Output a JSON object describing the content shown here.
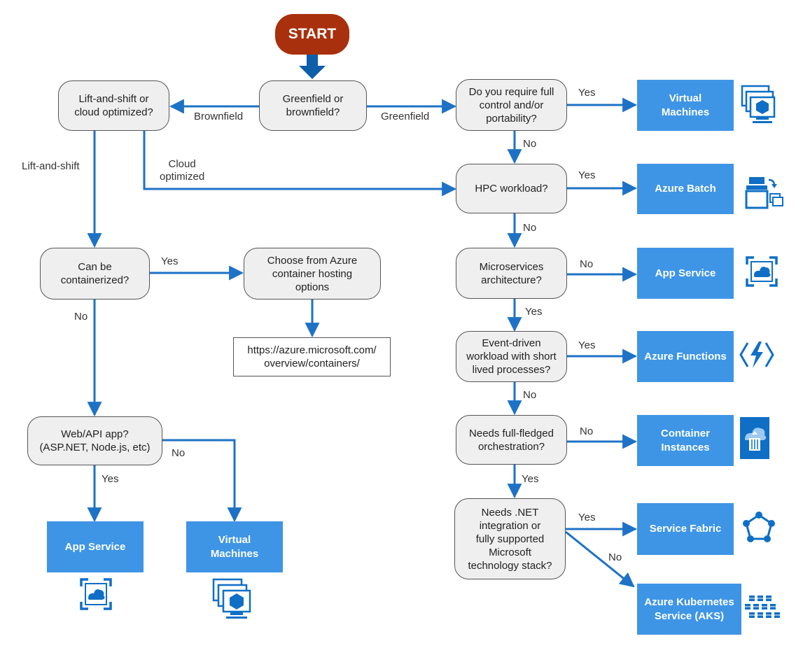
{
  "start": "START",
  "decisions": {
    "greenfield": "Greenfield or\nbrownfield?",
    "lift_shift": "Lift-and-shift or\ncloud optimized?",
    "full_control": "Do you require full\ncontrol and/or\nportability?",
    "hpc": "HPC workload?",
    "microservices": "Microservices\narchitecture?",
    "event_driven": "Event-driven\nworkload with short\nlived processes?",
    "orchestration": "Needs full-fledged\norchestration?",
    "dotnet": "Needs .NET\nintegration or\nfully supported\nMicrosoft\ntechnology stack?",
    "containerized": "Can be\ncontainerized?",
    "container_options": "Choose from Azure\ncontainer hosting\noptions",
    "webapi": "Web/API app?\n(ASP.NET, Node.js, etc)"
  },
  "link_box": "https://azure.microsoft.com/\noverview/containers/",
  "results": {
    "vm_right": "Virtual\nMachines",
    "batch": "Azure Batch",
    "app_service_right": "App Service",
    "functions": "Azure Functions",
    "container_instances": "Container\nInstances",
    "service_fabric": "Service  Fabric",
    "aks": "Azure Kubernetes\nService (AKS)",
    "app_service_left": "App Service",
    "vm_left": "Virtual\nMachines"
  },
  "edge_labels": {
    "brownfield": "Brownfield",
    "greenfield": "Greenfield",
    "lift_and_shift": "Lift-and-shift",
    "cloud_optimized": "Cloud\noptimized",
    "yes_vm": "Yes",
    "no_hpc": "No",
    "yes_batch": "Yes",
    "no_micro": "No",
    "no_app_service": "No",
    "yes_event": "Yes",
    "yes_functions": "Yes",
    "no_orch": "No",
    "no_aci": "No",
    "yes_dotnet": "Yes",
    "yes_sf": "Yes",
    "no_aks": "No",
    "yes_containers": "Yes",
    "no_webapi": "No",
    "yes_app": "Yes",
    "no_vm": "No"
  },
  "colors": {
    "start": "#a8300c",
    "result": "#3e95e6",
    "arrow": "#1e72c6",
    "decision_fill": "#efefef",
    "icon_blue": "#0f6fc6"
  }
}
